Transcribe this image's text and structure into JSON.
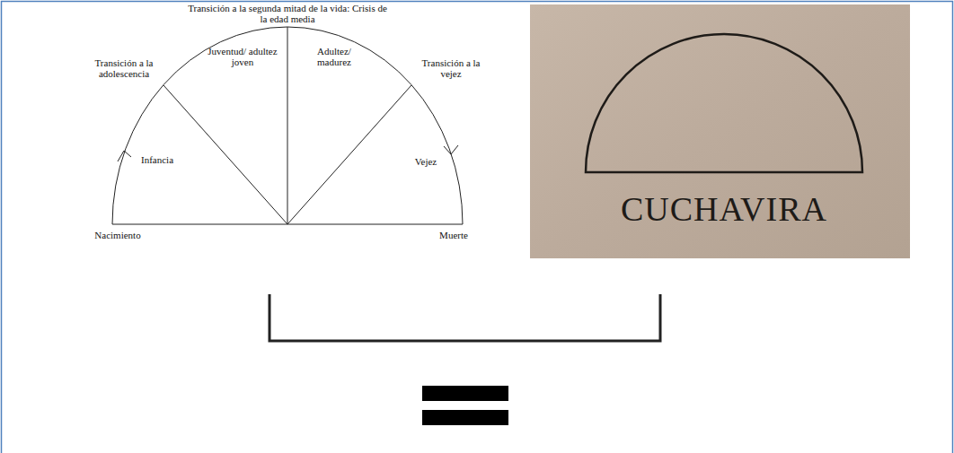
{
  "diagram": {
    "labels": [
      "Transición a la segunda mitad de la vida: Crisis de la edad media",
      "Juventud/ adultez joven",
      "Adultez/ madurez",
      "Transición a la adolescencia",
      "Transición a la vejez",
      "Infancia",
      "Vejez",
      "Nacimiento",
      "Muerte",
      "CUCHAVIRA"
    ]
  }
}
